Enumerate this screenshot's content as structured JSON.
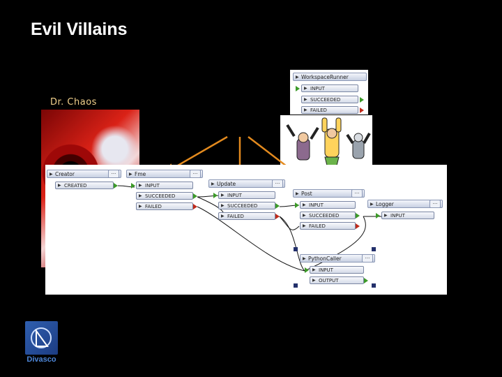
{
  "slide": {
    "title": "Evil Villains",
    "villain_label": "Dr. Chaos"
  },
  "workspace_runner": {
    "title": "WorkspaceRunner",
    "ports": [
      "INPUT",
      "SUCCEEDED",
      "FAILED"
    ]
  },
  "nodes": {
    "creator": {
      "title": "Creator",
      "ports": [
        "CREATED"
      ]
    },
    "fme": {
      "title": "Fme",
      "ports": [
        "INPUT",
        "SUCCEEDED",
        "FAILED"
      ]
    },
    "update": {
      "title": "Update",
      "ports": [
        "INPUT",
        "SUCCEEDED",
        "FAILED"
      ]
    },
    "post": {
      "title": "Post",
      "ports": [
        "INPUT",
        "SUCCEEDED",
        "FAILED"
      ]
    },
    "logger": {
      "title": "Logger",
      "ports": [
        "INPUT"
      ]
    },
    "python": {
      "title": "PythonCaller",
      "ports": [
        "INPUT",
        "OUTPUT"
      ]
    }
  },
  "menu_dots": "...",
  "logo": {
    "text": "Divasco"
  },
  "colors": {
    "arrow": "#e38a1e",
    "pin_ok": "#3c9a28",
    "pin_fail": "#c02a1a"
  },
  "icons": [
    "expand-triangle-icon",
    "node-menu-icon",
    "output-pin-icon",
    "input-pin-icon"
  ]
}
